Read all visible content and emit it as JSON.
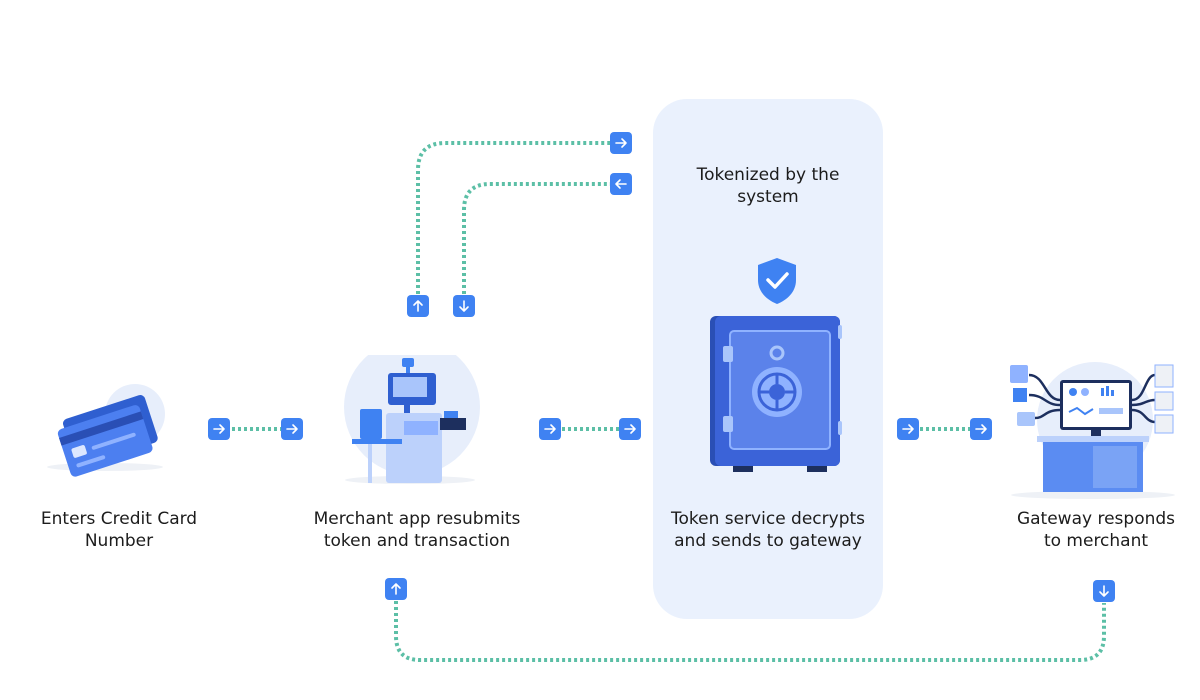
{
  "steps": {
    "card": {
      "label": "Enters Credit Card Number"
    },
    "merchant": {
      "label": "Merchant app resubmits token and transaction"
    },
    "tokenized": {
      "label": "Tokenized by the system"
    },
    "token_service": {
      "label": "Token service decrypts and sends to gateway"
    },
    "gateway": {
      "label": "Gateway responds to merchant"
    }
  },
  "colors": {
    "accent": "#3f82f2",
    "dotted_line": "#5cbfa6",
    "panel": "#eaf1fd",
    "vault": "#3b63d8",
    "illustration_bg": "#e7eefb"
  },
  "icons": [
    "credit-card-icon",
    "checkout-terminal-icon",
    "shield-check-icon",
    "vault-icon",
    "gateway-server-icon",
    "arrow-right-icon",
    "arrow-left-icon",
    "arrow-up-icon",
    "arrow-down-icon"
  ]
}
